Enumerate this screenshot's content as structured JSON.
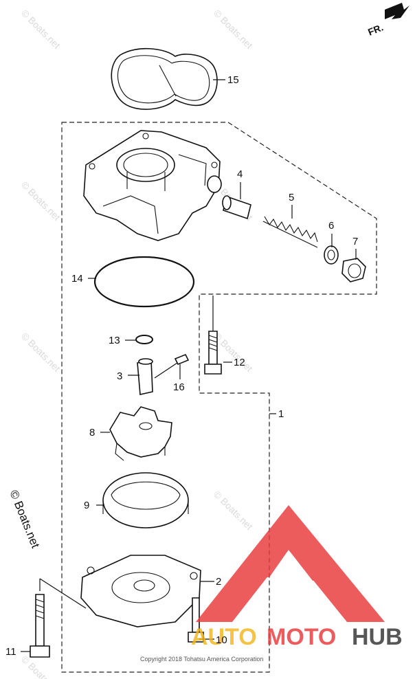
{
  "direction_label": "FR.",
  "watermark": "© Boats.net",
  "side_credit": "© Boats.net",
  "copyright": "Copyright 2018 Tohatsu America Corporation",
  "brand": {
    "part1": "AUTO",
    "part2": "MOTO",
    "part3": "HUB",
    "color_red": "#e8393a",
    "color_gold": "#f2b51c",
    "color_dark": "#333333"
  },
  "callouts": {
    "c1": "1",
    "c2": "2",
    "c3": "3",
    "c4": "4",
    "c5": "5",
    "c6": "6",
    "c7": "7",
    "c8": "8",
    "c9": "9",
    "c10": "10",
    "c11": "11",
    "c12": "12",
    "c13": "13",
    "c14": "14",
    "c15": "15",
    "c16": "16"
  }
}
